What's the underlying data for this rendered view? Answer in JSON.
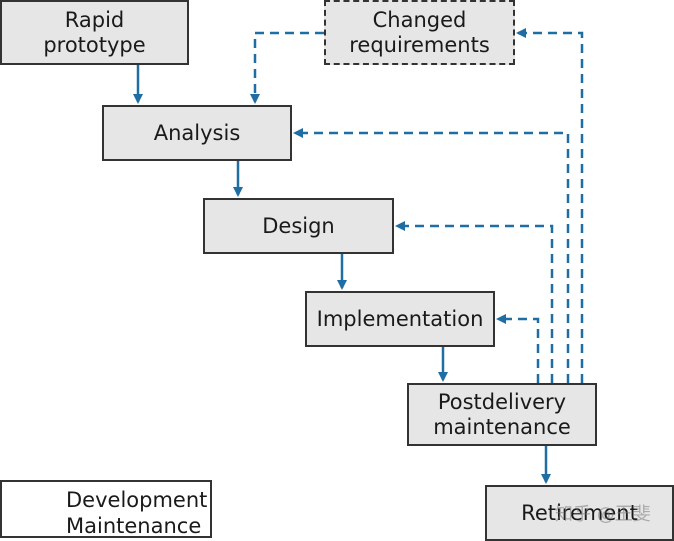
{
  "nodes": {
    "rapid_prototype": "Rapid\nprototype",
    "changed_requirements": "Changed\nrequirements",
    "analysis": "Analysis",
    "design": "Design",
    "implementation": "Implementation",
    "postdelivery": "Postdelivery\nmaintenance",
    "retirement": "Retirement"
  },
  "legend": {
    "development": "Development",
    "maintenance": "Maintenance"
  },
  "colors": {
    "arrow": "#1f6ea3",
    "box_fill": "#e6e6e6",
    "box_border": "#333333"
  },
  "watermark": "知乎 @王斐"
}
